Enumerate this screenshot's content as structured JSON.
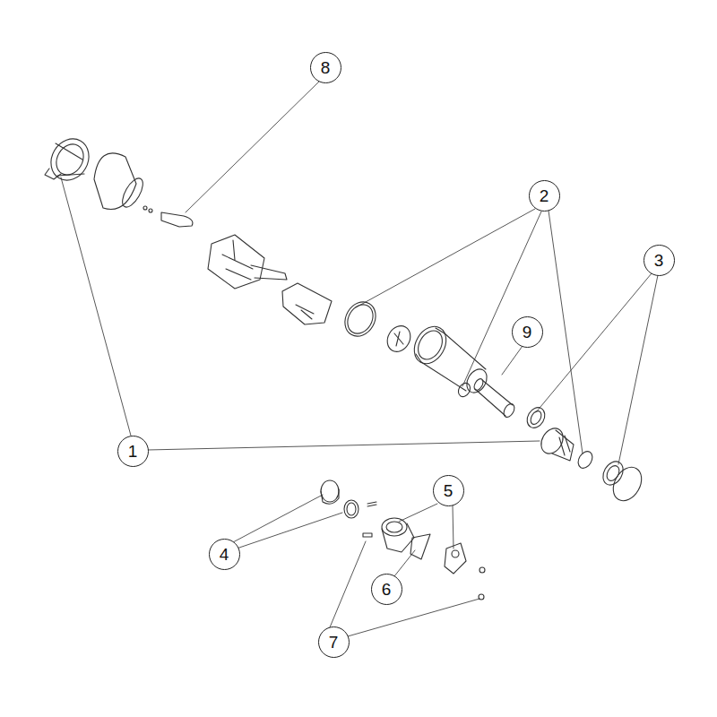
{
  "diagram": {
    "nodes": [
      {
        "text": [
          "8"
        ]
      },
      {
        "text": [
          "2"
        ]
      },
      {
        "text": [
          "3"
        ]
      },
      {
        "text": [
          "9"
        ]
      },
      {
        "text": [
          "1"
        ]
      },
      {
        "text": [
          "5"
        ]
      },
      {
        "text": [
          "4"
        ]
      },
      {
        "text": [
          "6"
        ]
      },
      {
        "text": [
          "7"
        ]
      }
    ]
  }
}
